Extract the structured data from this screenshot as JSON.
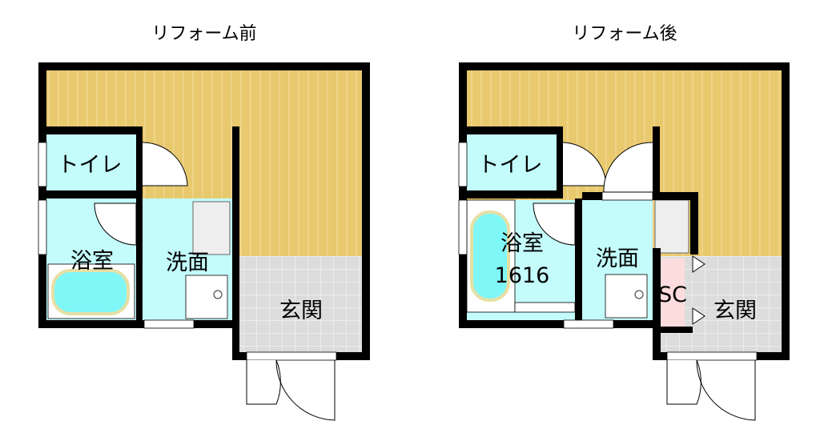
{
  "before": {
    "title": "リフォーム前",
    "rooms": {
      "toilet": "トイレ",
      "bath": "浴室",
      "washroom": "洗面",
      "entrance": "玄関"
    }
  },
  "after": {
    "title": "リフォーム後",
    "rooms": {
      "toilet": "トイレ",
      "bath": "浴室",
      "bath_size": "1616",
      "washroom": "洗面",
      "shoe_closet": "SC",
      "entrance": "玄関"
    }
  },
  "colors": {
    "floor": "#e8c96e",
    "wet_area": "#c4fbfb",
    "tile": "#dcdcdc",
    "shoe_closet": "#fcdcdc",
    "wall": "#000000"
  }
}
